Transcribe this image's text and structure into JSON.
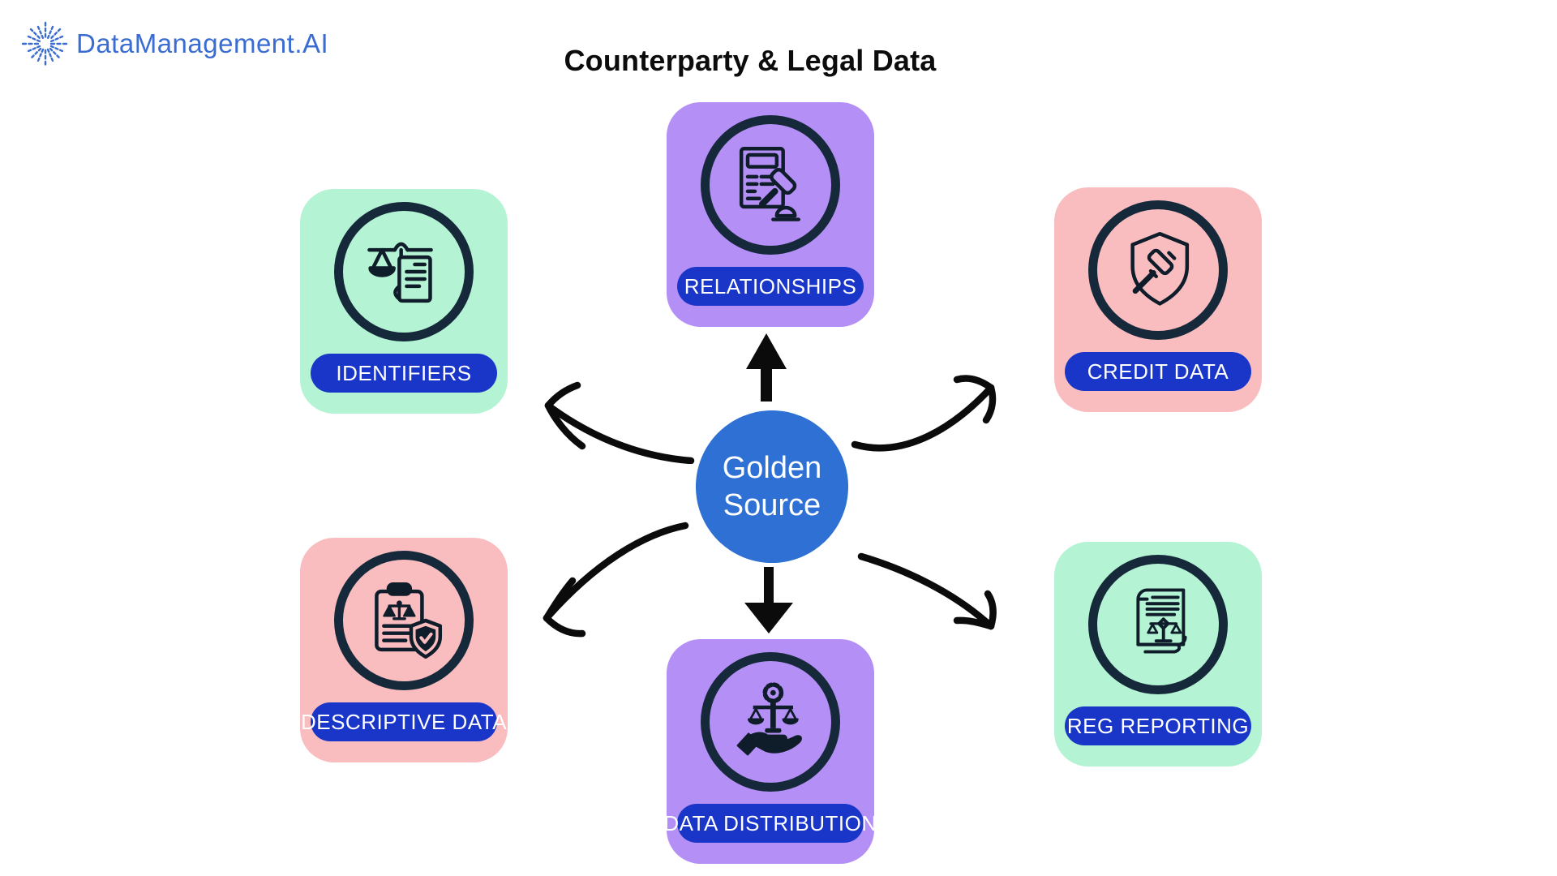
{
  "brand": {
    "name": "DataManagement.AI",
    "color": "#3b6cd2",
    "icon": "starburst-icon"
  },
  "title": "Counterparty & Legal Data",
  "center_node": {
    "line1": "Golden",
    "line2": "Source",
    "bg_color": "#2e70d4",
    "text_color": "#ffffff"
  },
  "cards": [
    {
      "id": "identifiers",
      "position": "top-left",
      "label": "IDENTIFIERS",
      "icon": "scale-document-icon",
      "bg_color": "#b4f3d3"
    },
    {
      "id": "relationships",
      "position": "top-center",
      "label": "RELATIONSHIPS",
      "icon": "document-gavel-icon",
      "bg_color": "#b48ff5"
    },
    {
      "id": "credit-data",
      "position": "top-right",
      "label": "CREDIT DATA",
      "icon": "shield-gavel-icon",
      "bg_color": "#f9bdc0"
    },
    {
      "id": "descriptive-data",
      "position": "bottom-left",
      "label": "DESCRIPTIVE DATA",
      "icon": "clipboard-shield-icon",
      "bg_color": "#f9bdc0"
    },
    {
      "id": "data-distribution",
      "position": "bottom-center",
      "label": "DATA DISTRIBUTION",
      "icon": "hand-scale-icon",
      "bg_color": "#b48ff5"
    },
    {
      "id": "reg-reporting",
      "position": "bottom-right",
      "label": "REG REPORTING",
      "icon": "scroll-scale-icon",
      "bg_color": "#b4f3d3"
    }
  ],
  "styles": {
    "pill_bg": "#1936c9",
    "pill_text": "#ffffff",
    "ring_color": "#15293b",
    "arrow_color": "#0b0b0b",
    "background": "#ffffff"
  },
  "arrows": [
    {
      "from": "golden-source",
      "to": "relationships",
      "style": "straight-up"
    },
    {
      "from": "golden-source",
      "to": "data-distribution",
      "style": "straight-down"
    },
    {
      "from": "golden-source",
      "to": "identifiers",
      "style": "curved-upper-left"
    },
    {
      "from": "golden-source",
      "to": "credit-data",
      "style": "curved-upper-right"
    },
    {
      "from": "golden-source",
      "to": "descriptive-data",
      "style": "curved-lower-left"
    },
    {
      "from": "golden-source",
      "to": "reg-reporting",
      "style": "curved-lower-right"
    }
  ]
}
